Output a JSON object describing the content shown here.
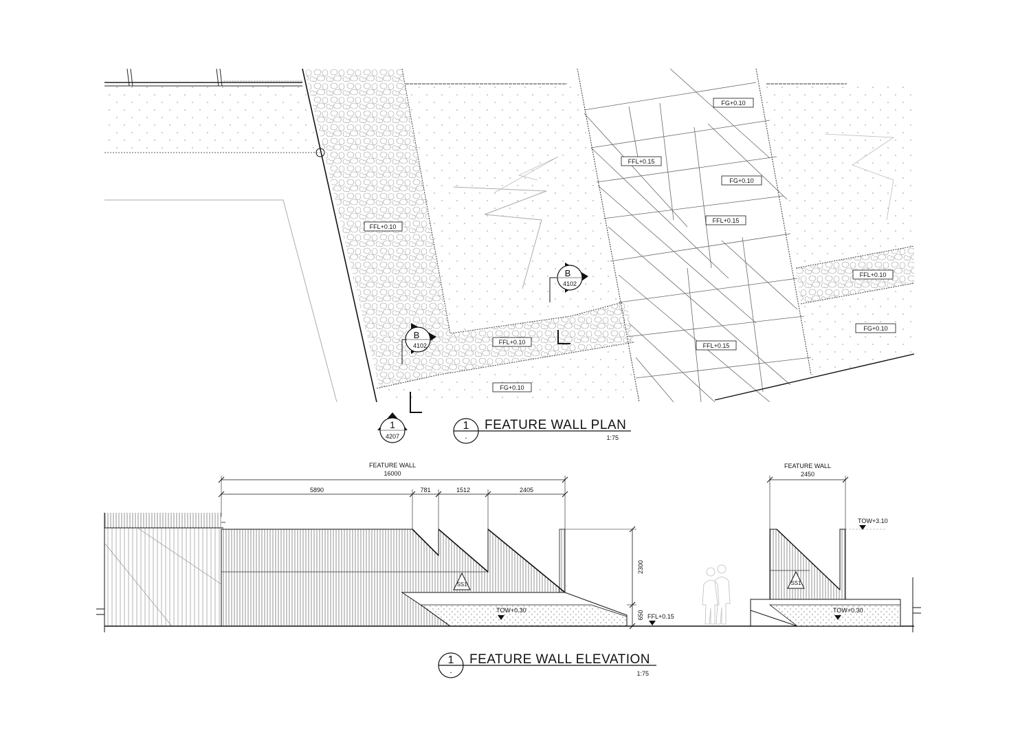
{
  "plan": {
    "title": "FEATURE WALL PLAN",
    "scale": "1:75",
    "detail_number": "1",
    "detail_sheet": "-",
    "section_marker": {
      "letter": "1",
      "sheet": "4207"
    },
    "section_callouts": [
      {
        "letter": "B",
        "sheet": "4102"
      },
      {
        "letter": "B",
        "sheet": "4102"
      }
    ],
    "level_tags": [
      "FFL+0.10",
      "FFL+0.10",
      "FG+0.10",
      "FG+0.10",
      "FFL+0.15",
      "FG+0.10",
      "FFL+0.15",
      "FFL+0.15",
      "FFL+0.10",
      "FG+0.10"
    ]
  },
  "elevation": {
    "title": "FEATURE WALL ELEVATION",
    "scale": "1:75",
    "detail_number": "1",
    "detail_sheet": "-",
    "main_wall": {
      "label": "FEATURE WALL",
      "overall": "16000",
      "segments": [
        "5890",
        "781",
        "1512",
        "2405"
      ],
      "height_upper": "2300",
      "height_lower": "650",
      "material_tag": "SS1",
      "tow_tag": "TOW+0.30"
    },
    "floor_level": "FFL+0.15",
    "side_wall": {
      "label": "FEATURE WALL",
      "width": "2450",
      "tow_top": "TOW+3.10",
      "tow_tag": "TOW+0.30",
      "material_tag": "SS1"
    }
  }
}
